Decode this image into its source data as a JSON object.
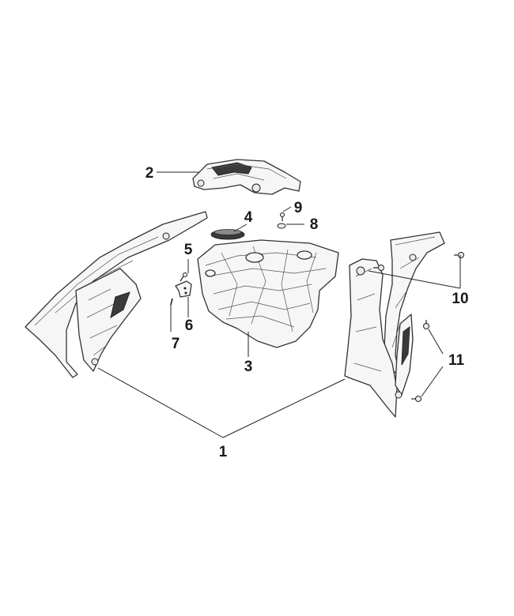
{
  "diagram": {
    "callouts": [
      {
        "id": "1",
        "label": "1"
      },
      {
        "id": "2",
        "label": "2"
      },
      {
        "id": "3",
        "label": "3"
      },
      {
        "id": "4",
        "label": "4"
      },
      {
        "id": "5",
        "label": "5"
      },
      {
        "id": "6",
        "label": "6"
      },
      {
        "id": "7",
        "label": "7"
      },
      {
        "id": "8",
        "label": "8"
      },
      {
        "id": "9",
        "label": "9"
      },
      {
        "id": "10",
        "label": "10"
      },
      {
        "id": "11",
        "label": "11"
      }
    ],
    "parts": [
      {
        "callout": "1",
        "icon": "side-panel-icon"
      },
      {
        "callout": "2",
        "icon": "top-bracket-icon"
      },
      {
        "callout": "3",
        "icon": "fuel-tank-icon"
      },
      {
        "callout": "4",
        "icon": "filler-cap-icon"
      },
      {
        "callout": "5",
        "icon": "screw-icon"
      },
      {
        "callout": "6",
        "icon": "clip-bracket-icon"
      },
      {
        "callout": "7",
        "icon": "pin-icon"
      },
      {
        "callout": "8",
        "icon": "nut-icon"
      },
      {
        "callout": "9",
        "icon": "screw-icon"
      },
      {
        "callout": "10",
        "icon": "bolt-icon"
      },
      {
        "callout": "11",
        "icon": "bolt-icon"
      }
    ],
    "colors": {
      "line": "#222222",
      "fill": "#f6f6f6",
      "label": "#1a1a1a"
    }
  }
}
